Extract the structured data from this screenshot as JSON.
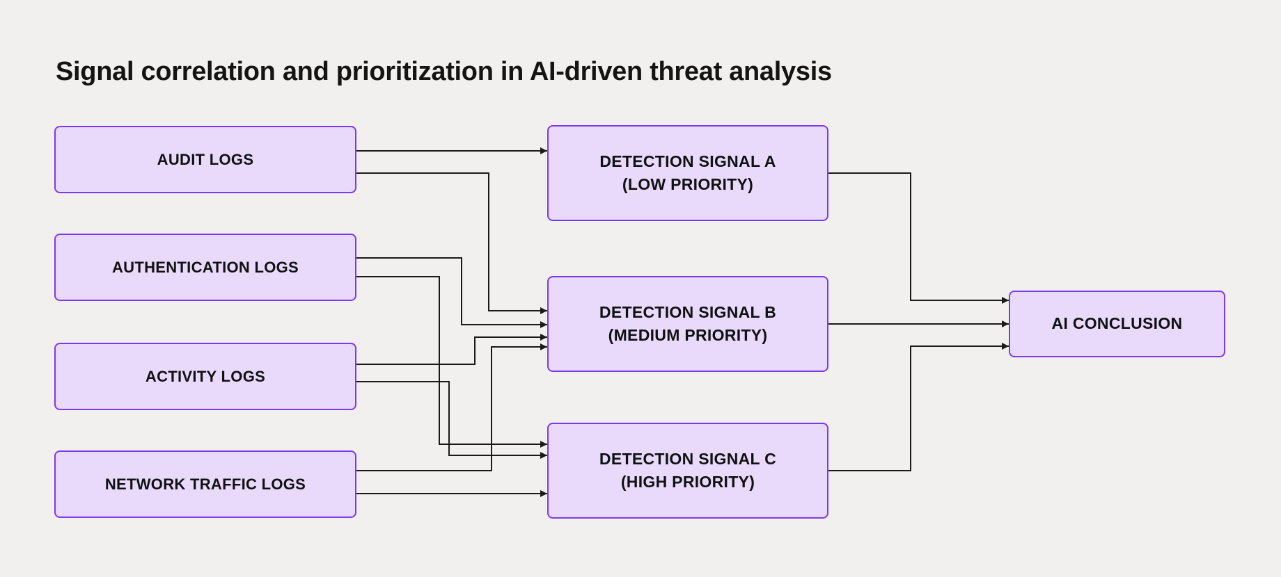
{
  "title": "Signal correlation and prioritization in AI-driven threat analysis",
  "diagram": {
    "colors": {
      "background": "#f1f0ee",
      "node_fill": "#e9d9fb",
      "node_border": "#7c3aed",
      "edge_stroke": "#1a1a1a",
      "text": "#111111"
    },
    "sources": [
      {
        "id": "audit",
        "label": "AUDIT LOGS"
      },
      {
        "id": "auth",
        "label": "AUTHENTICATION LOGS"
      },
      {
        "id": "activity",
        "label": "ACTIVITY LOGS"
      },
      {
        "id": "network",
        "label": "NETWORK TRAFFIC LOGS"
      }
    ],
    "signals": [
      {
        "id": "signal-a",
        "line1": "DETECTION SIGNAL A",
        "line2": "(LOW PRIORITY)"
      },
      {
        "id": "signal-b",
        "line1": "DETECTION SIGNAL B",
        "line2": "(MEDIUM PRIORITY)"
      },
      {
        "id": "signal-c",
        "line1": "DETECTION SIGNAL C",
        "line2": "(HIGH PRIORITY)"
      }
    ],
    "conclusion": {
      "label": "AI CONCLUSION"
    },
    "edges": [
      {
        "from": "AUDIT LOGS",
        "to": "DETECTION SIGNAL A (LOW PRIORITY)"
      },
      {
        "from": "AUDIT LOGS",
        "to": "DETECTION SIGNAL B (MEDIUM PRIORITY)"
      },
      {
        "from": "AUTHENTICATION LOGS",
        "to": "DETECTION SIGNAL B (MEDIUM PRIORITY)"
      },
      {
        "from": "AUTHENTICATION LOGS",
        "to": "DETECTION SIGNAL C (HIGH PRIORITY)"
      },
      {
        "from": "ACTIVITY LOGS",
        "to": "DETECTION SIGNAL B (MEDIUM PRIORITY)"
      },
      {
        "from": "ACTIVITY LOGS",
        "to": "DETECTION SIGNAL C (HIGH PRIORITY)"
      },
      {
        "from": "NETWORK TRAFFIC LOGS",
        "to": "DETECTION SIGNAL B (MEDIUM PRIORITY)"
      },
      {
        "from": "NETWORK TRAFFIC LOGS",
        "to": "DETECTION SIGNAL C (HIGH PRIORITY)"
      },
      {
        "from": "DETECTION SIGNAL A (LOW PRIORITY)",
        "to": "AI CONCLUSION"
      },
      {
        "from": "DETECTION SIGNAL B (MEDIUM PRIORITY)",
        "to": "AI CONCLUSION"
      },
      {
        "from": "DETECTION SIGNAL C (HIGH PRIORITY)",
        "to": "AI CONCLUSION"
      }
    ]
  }
}
